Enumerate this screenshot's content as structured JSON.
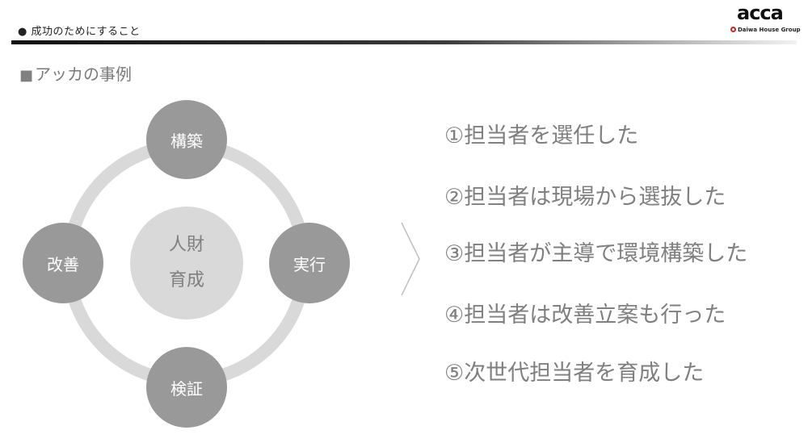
{
  "header": {
    "title": "● 成功のためにすること",
    "logo_main": "acca",
    "logo_sub": "Daiwa House Group"
  },
  "section": {
    "title": "アッカの事例"
  },
  "cycle": {
    "center_line1": "人財",
    "center_line2": "育成",
    "nodes": {
      "top": "構築",
      "right": "実行",
      "bottom": "検証",
      "left": "改善"
    },
    "colors": {
      "node": "#999999",
      "ring": "#d9d9d9",
      "center": "#d9d9d9"
    }
  },
  "steps": [
    "①担当者を選任した",
    "②担当者は現場から選抜した",
    "③担当者が主導で環境構築した",
    "④担当者は改善立案も行った",
    "⑤次世代担当者を育成した"
  ]
}
